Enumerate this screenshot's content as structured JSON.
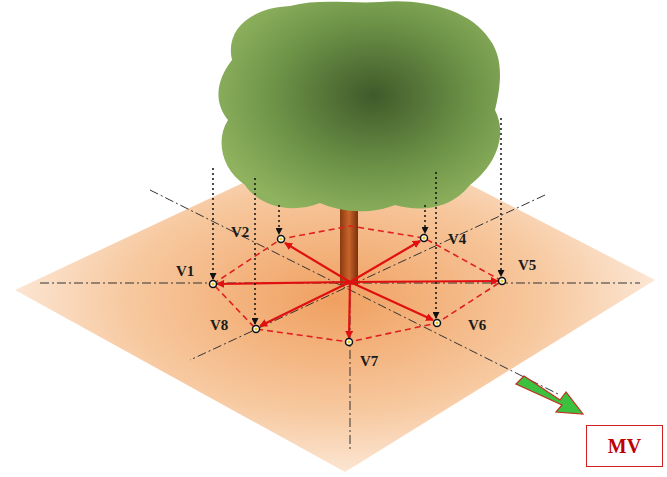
{
  "diagram": {
    "nodes": [
      {
        "text": [
          "MV"
        ]
      }
    ],
    "labels": [
      "V1",
      "V2",
      "V4",
      "V5",
      "V6",
      "V7",
      "V8"
    ]
  }
}
